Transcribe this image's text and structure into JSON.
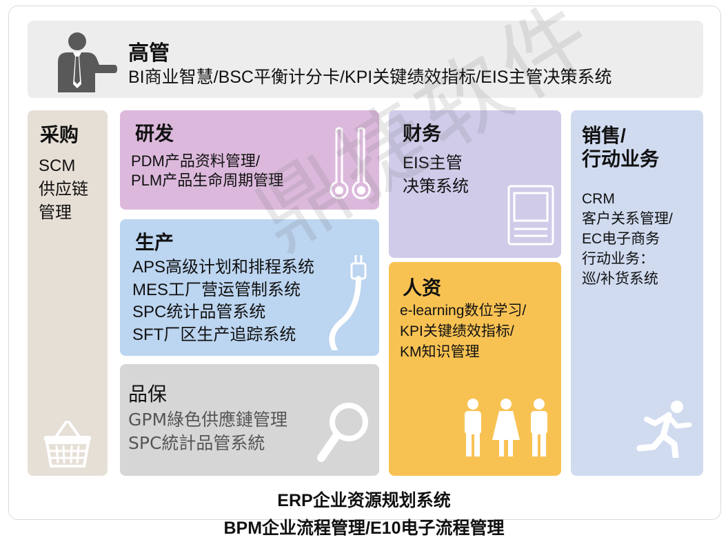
{
  "executive": {
    "title": "高管",
    "subtitle": "BI商业智慧/BSC平衡计分卡/KPI关键绩效指标/EIS主管决策系统"
  },
  "procurement": {
    "title": "采购",
    "lines": [
      "SCM",
      "供应链",
      "管理"
    ]
  },
  "rd": {
    "title": "研发",
    "lines": [
      "PDM产品资料管理/",
      "PLM产品生命周期管理"
    ]
  },
  "production": {
    "title": "生产",
    "lines": [
      "APS高级计划和排程系统",
      "MES工厂营运管制系统",
      "SPC统计品管系统",
      "SFT厂区生产追踪系统"
    ]
  },
  "quality": {
    "title": "品保",
    "lines": [
      "GPM綠色供應鏈管理",
      "SPC統計品管系統"
    ]
  },
  "finance": {
    "title": "财务",
    "lines": [
      "EIS主管",
      "决策系统"
    ]
  },
  "hr": {
    "title": "人资",
    "lines": [
      "e-learning数位学习/",
      "KPI关键绩效指标/",
      "KM知识管理"
    ]
  },
  "sales": {
    "title_lines": [
      "销售/",
      "行动业务"
    ],
    "lines": [
      "CRM",
      "客户关系管理/",
      "EC电子商务",
      "行动业务：",
      "巡/补货系统"
    ]
  },
  "footer": {
    "line1": "ERP企业资源规划系统",
    "line2": "BPM企业流程管理/E10电子流程管理"
  },
  "watermark": "鼎捷软件",
  "icons": [
    "businessman-icon",
    "shopping-basket-icon",
    "thermometer-icon",
    "plug-icon",
    "magnifier-icon",
    "monitor-icon",
    "people-icon",
    "running-man-icon"
  ]
}
